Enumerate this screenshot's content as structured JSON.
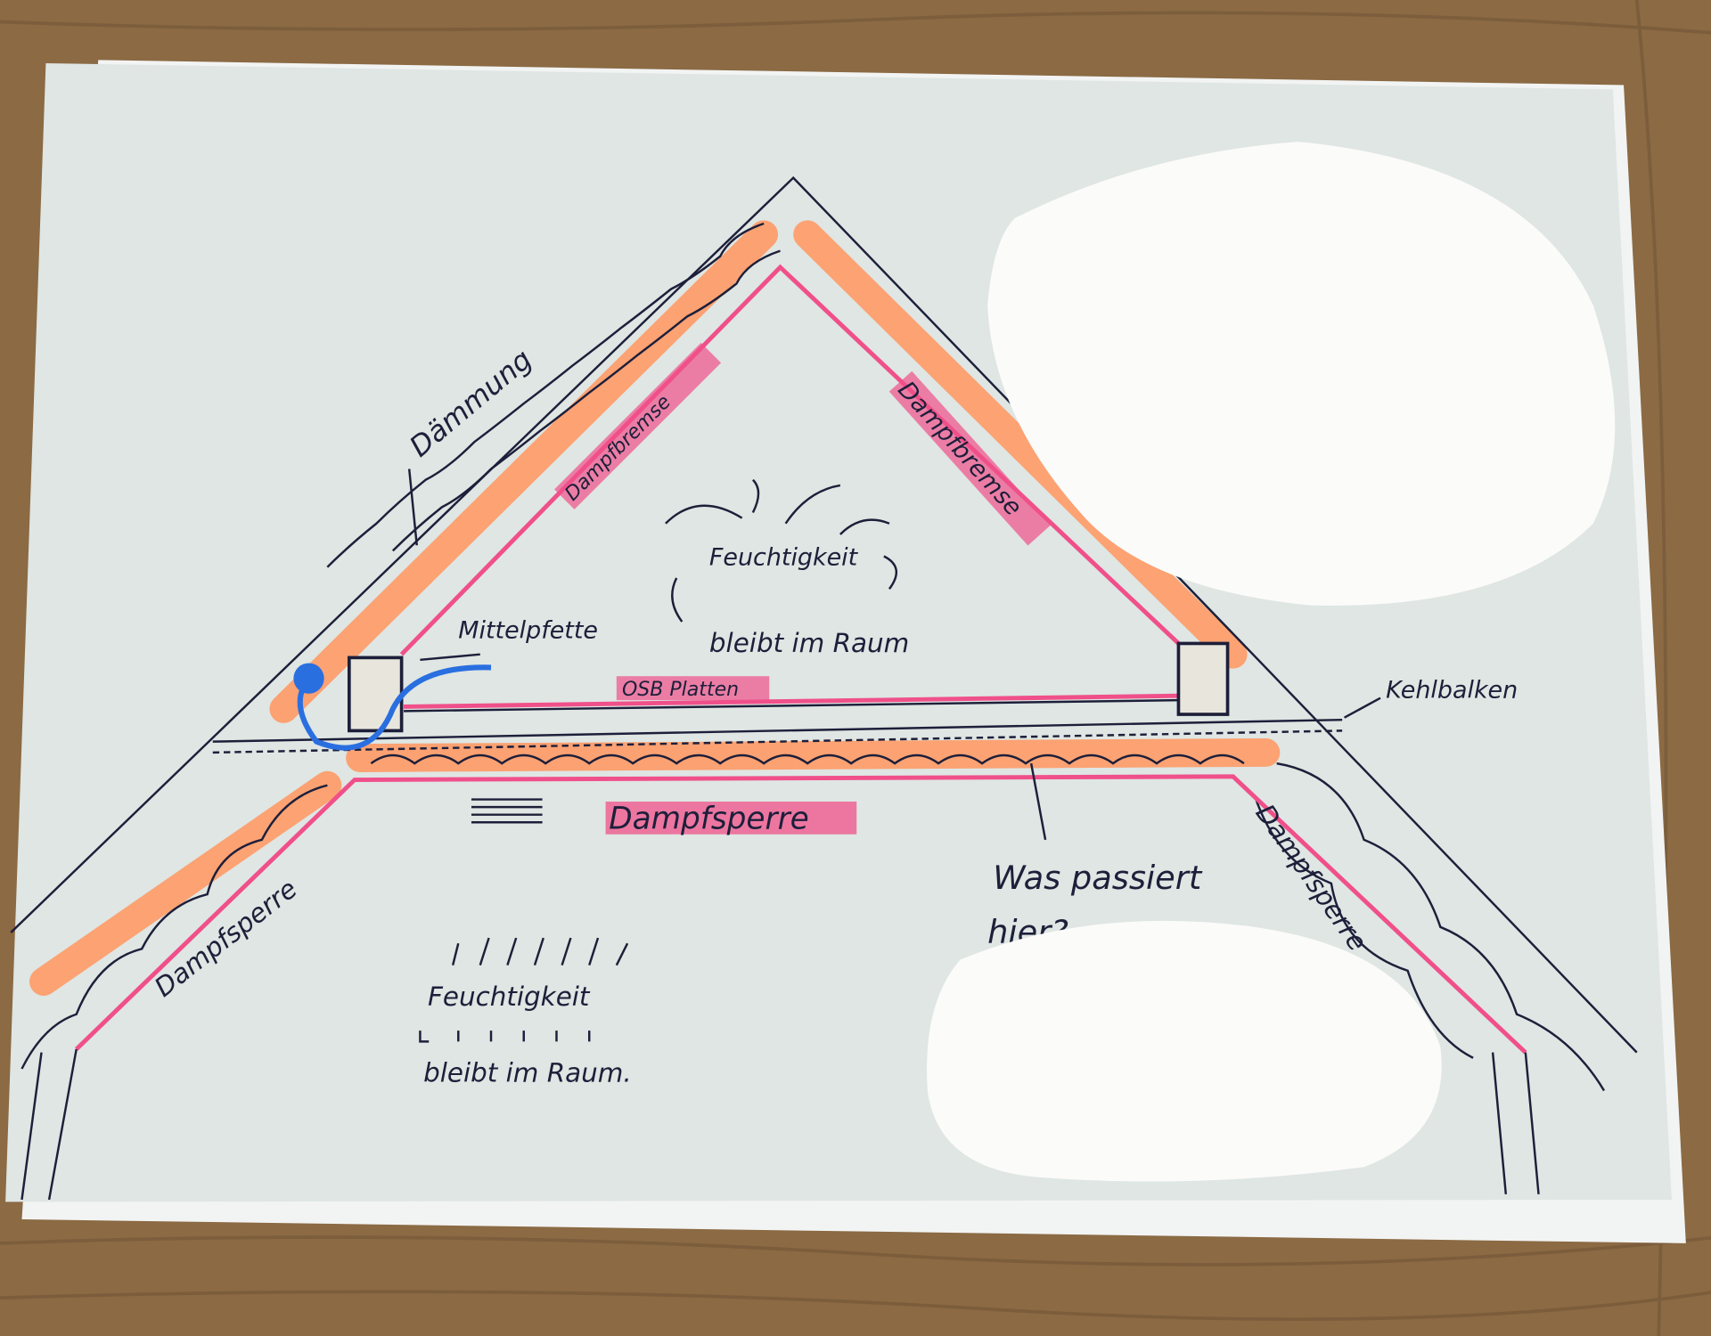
{
  "diagram": {
    "labels": {
      "daemmung": "Dämmung",
      "dampfbremse_left": "Dampfbremse",
      "dampfbremse_right": "Dampfbremse",
      "feuchtigkeit_top": "Feuchtigkeit",
      "bleibt_top": "bleibt im Raum",
      "mittelpfette": "Mittelpfette",
      "osb_platten": "OSB Platten",
      "kehlbalken": "Kehlbalken",
      "dampfsperre_center": "Dampfsperre",
      "was_passiert_1": "Was passiert",
      "was_passiert_2": "hier?",
      "dampfsperre_left": "Dampfsperre",
      "dampfsperre_right": "Dampfsperre",
      "feuchtigkeit_bottom": "Feuchtigkeit",
      "bleibt_bottom": "bleibt im Raum."
    },
    "colors": {
      "table": "#8b6a44",
      "paper": "#dfe6e3",
      "insulation": "#ff9a66",
      "vapor_layer": "#f0508a",
      "ink": "#1d1f3a",
      "blue_arrow": "#2a6fe0"
    }
  }
}
